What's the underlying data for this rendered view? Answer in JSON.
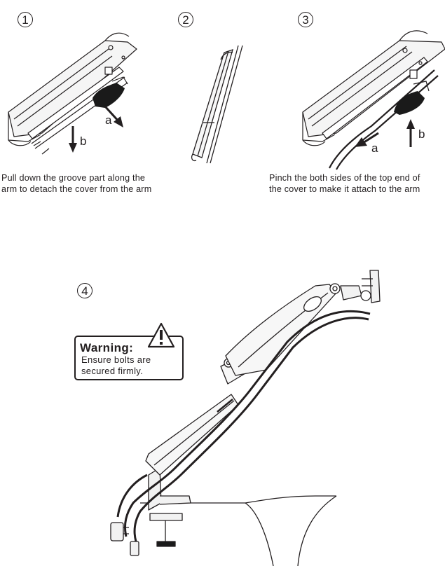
{
  "steps": [
    {
      "number": "1",
      "labels": {
        "a": "a",
        "b": "b"
      }
    },
    {
      "number": "2"
    },
    {
      "number": "3",
      "labels": {
        "a": "a",
        "b": "b"
      }
    },
    {
      "number": "4"
    }
  ],
  "captions": {
    "step1": [
      "Pull down the groove part along the",
      "arm to detach the cover from the arm"
    ],
    "step3": [
      "Pinch the both sides of the top end of",
      "the cover to make it attach to the arm"
    ]
  },
  "warning": {
    "title": "Warning:",
    "lines": [
      "Ensure bolts are",
      "secured firmly."
    ],
    "icon": "warning-triangle-icon"
  },
  "colors": {
    "ink": "#231f20",
    "fill_dark": "#1a1a1a",
    "fill_light": "#f2f2f2"
  }
}
